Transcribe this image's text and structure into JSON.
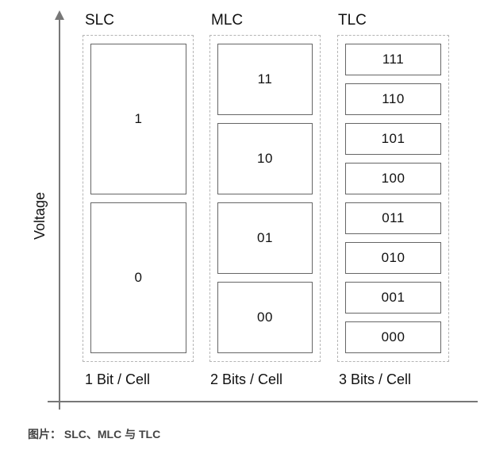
{
  "y_axis_label": "Voltage",
  "columns": [
    {
      "name": "SLC",
      "bits_label": "1 Bit / Cell",
      "levels": [
        "1",
        "0"
      ]
    },
    {
      "name": "MLC",
      "bits_label": "2 Bits / Cell",
      "levels": [
        "11",
        "10",
        "01",
        "00"
      ]
    },
    {
      "name": "TLC",
      "bits_label": "3 Bits / Cell",
      "levels": [
        "111",
        "110",
        "101",
        "100",
        "011",
        "010",
        "001",
        "000"
      ]
    }
  ],
  "caption": "图片： SLC、MLC 与 TLC",
  "colors": {
    "axis": "#777777",
    "dashed_border": "#b5b5b5",
    "cell_border": "#666666"
  }
}
